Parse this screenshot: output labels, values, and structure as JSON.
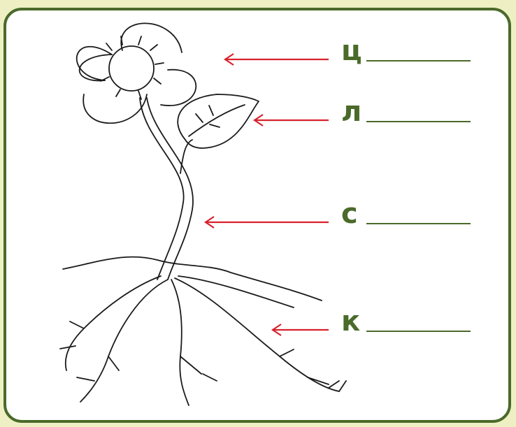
{
  "labels": [
    {
      "id": "flower",
      "letter": "ц"
    },
    {
      "id": "leaf",
      "letter": "л"
    },
    {
      "id": "stem",
      "letter": "с"
    },
    {
      "id": "root",
      "letter": "к"
    }
  ],
  "colors": {
    "background": "#eef0c4",
    "frame": "#4a6a2a",
    "label": "#4a6a2a",
    "answer_line": "#4a6a2a",
    "arrow": "#d8222c",
    "drawing": "#1a1a1a"
  }
}
